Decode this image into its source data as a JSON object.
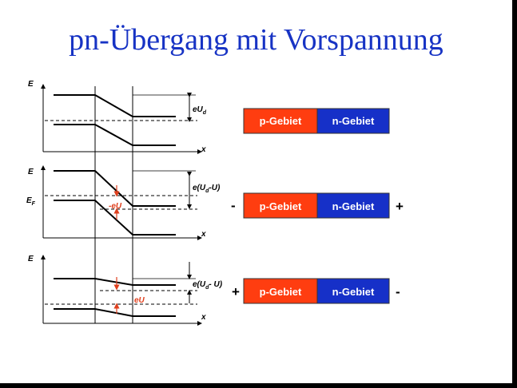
{
  "title": "pn-Übergang mit Vorspannung",
  "axis": {
    "energy": "E",
    "position": "x",
    "fermi": "E",
    "fermi_sub": "F"
  },
  "diagrams": [
    {
      "label_main": "eU",
      "label_sub": "d",
      "label_tail": "",
      "bias_label": ""
    },
    {
      "label_main": "e(U",
      "label_sub": "d",
      "label_tail": "-U)",
      "bias_label": "-eU"
    },
    {
      "label_main": "e(U",
      "label_sub": "d",
      "label_tail": "- U)",
      "bias_label": "eU"
    }
  ],
  "junctions": [
    {
      "p_label": "p-Gebiet",
      "n_label": "n-Gebiet",
      "left_sign": "",
      "right_sign": ""
    },
    {
      "p_label": "p-Gebiet",
      "n_label": "n-Gebiet",
      "left_sign": "-",
      "right_sign": "+"
    },
    {
      "p_label": "p-Gebiet",
      "n_label": "n-Gebiet",
      "left_sign": "+",
      "right_sign": "-"
    }
  ],
  "colors": {
    "title": "#1733c4",
    "p_region": "#ff3d10",
    "n_region": "#1630c8",
    "bias": "#e0401e"
  }
}
